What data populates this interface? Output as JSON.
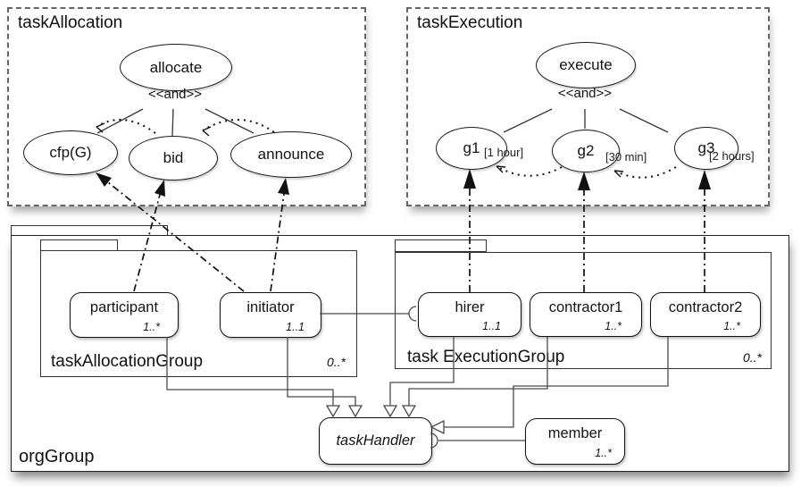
{
  "colors": {
    "ink": "#141414",
    "connector": "#4a4a4a",
    "box_border": "#666666"
  },
  "task_allocation": {
    "title": "taskAllocation",
    "root_goal": "allocate",
    "operator": "<<and>>",
    "subgoals": [
      "cfp(G)",
      "bid",
      "announce"
    ]
  },
  "task_execution": {
    "title": "taskExecution",
    "root_goal": "execute",
    "operator": "<<and>>",
    "subgoals": [
      {
        "name": "g1",
        "duration": "[1 hour]"
      },
      {
        "name": "g2",
        "duration": "[30 min]"
      },
      {
        "name": "g3",
        "duration": "[2 hours]"
      }
    ]
  },
  "org_group": {
    "label": "orgGroup",
    "allocation_group": {
      "label": "taskAllocationGroup",
      "multiplicity": "0..*",
      "roles": [
        {
          "name": "participant",
          "multiplicity": "1..*"
        },
        {
          "name": "initiator",
          "multiplicity": "1..1"
        }
      ]
    },
    "execution_group": {
      "label": "task ExecutionGroup",
      "multiplicity": "0..*",
      "roles": [
        {
          "name": "hirer",
          "multiplicity": "1..1"
        },
        {
          "name": "contractor1",
          "multiplicity": "1..*"
        },
        {
          "name": "contractor2",
          "multiplicity": "1..*"
        }
      ]
    },
    "task_handler": {
      "name": "taskHandler"
    },
    "member": {
      "name": "member",
      "multiplicity": "1..*"
    }
  }
}
